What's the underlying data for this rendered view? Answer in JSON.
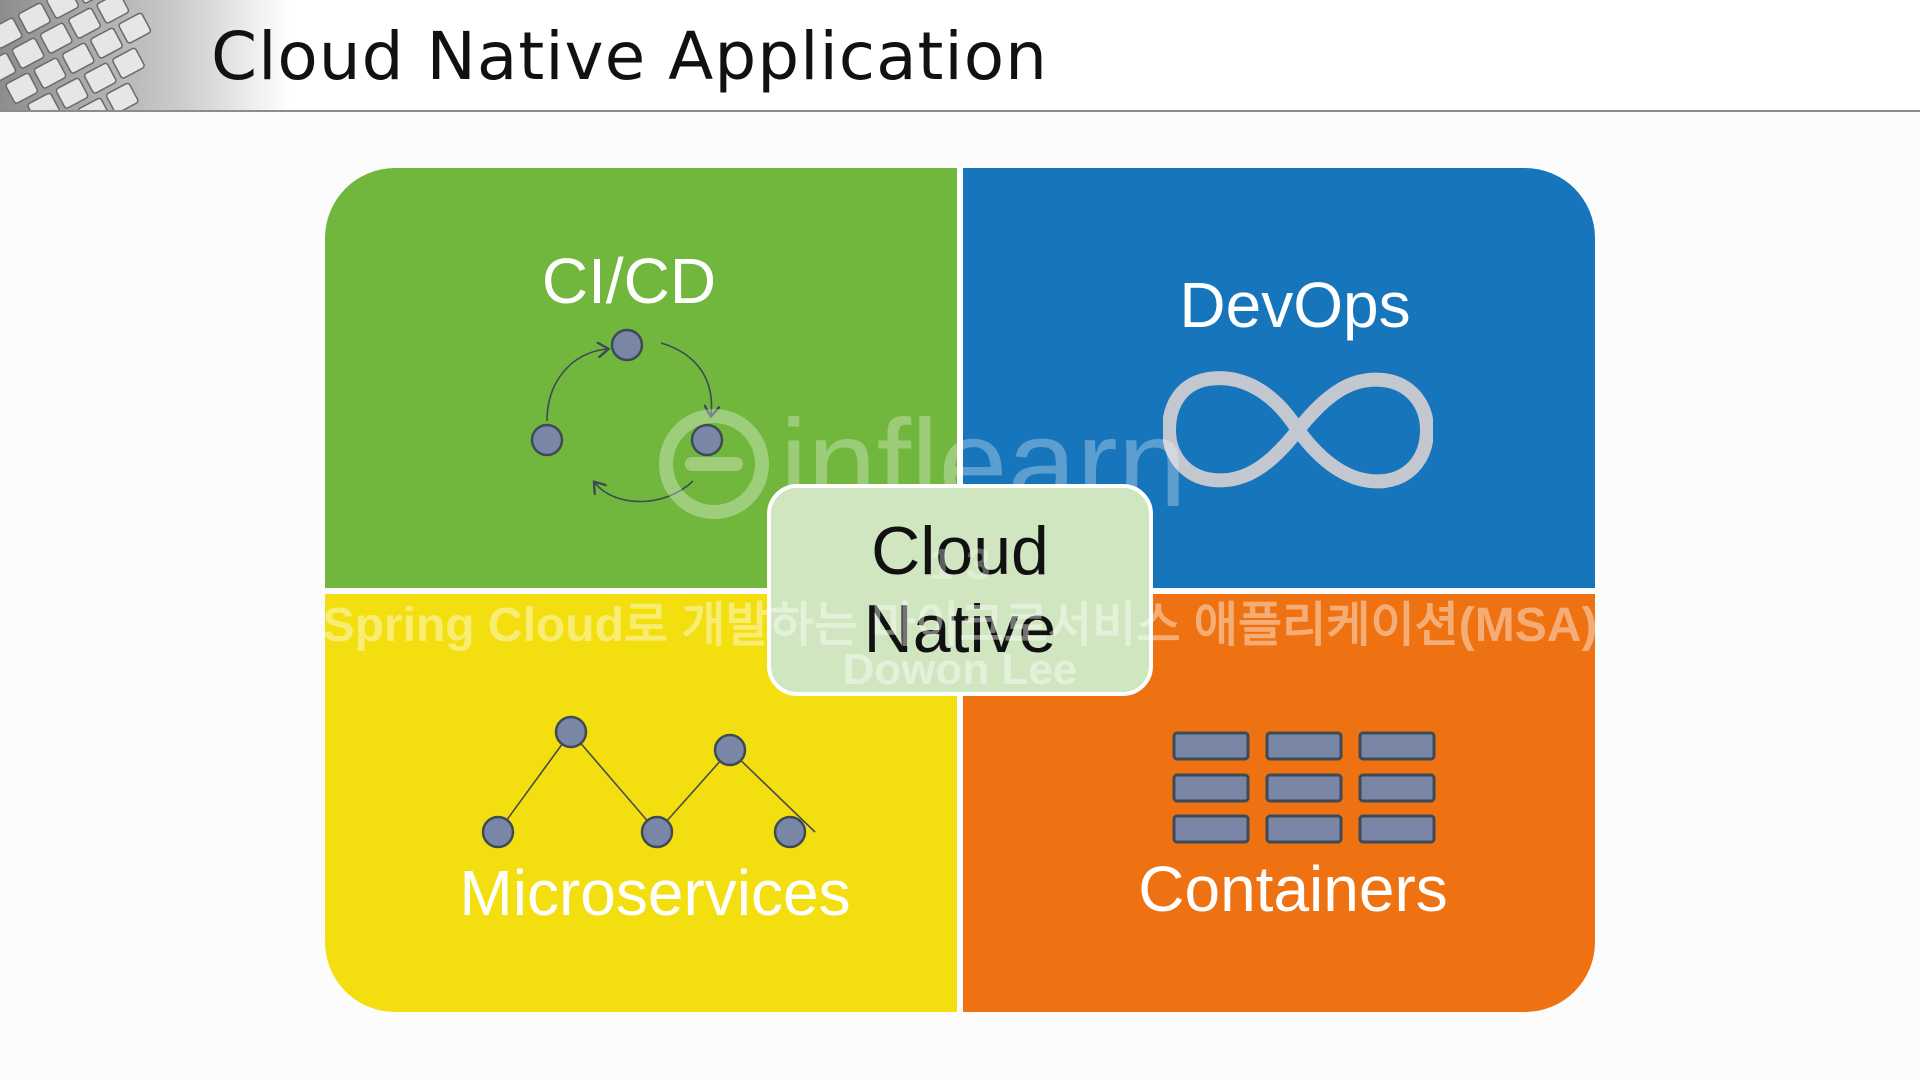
{
  "slide": {
    "title": "Cloud Native Application"
  },
  "quadrants": {
    "cicd": {
      "label": "CI/CD",
      "color": "#71b73e"
    },
    "devops": {
      "label": "DevOps",
      "color": "#1675bb"
    },
    "microservices": {
      "label": "Microservices",
      "color": "#f3df0f"
    },
    "containers": {
      "label": "Containers",
      "color": "#ee7112"
    }
  },
  "center": {
    "line1": "Cloud",
    "line2": "Native"
  },
  "watermark": {
    "logo": "inflearn",
    "id": "1 3",
    "course": "Spring Cloud로 개발하는 마이크로서비스 애플리케이션(MSA)",
    "author": "Dowon Lee"
  },
  "icons": {
    "header": "keyboard-icon",
    "cicd": "cycle-icon",
    "devops": "infinity-icon",
    "microservices": "network-nodes-icon",
    "containers": "container-grid-icon"
  }
}
